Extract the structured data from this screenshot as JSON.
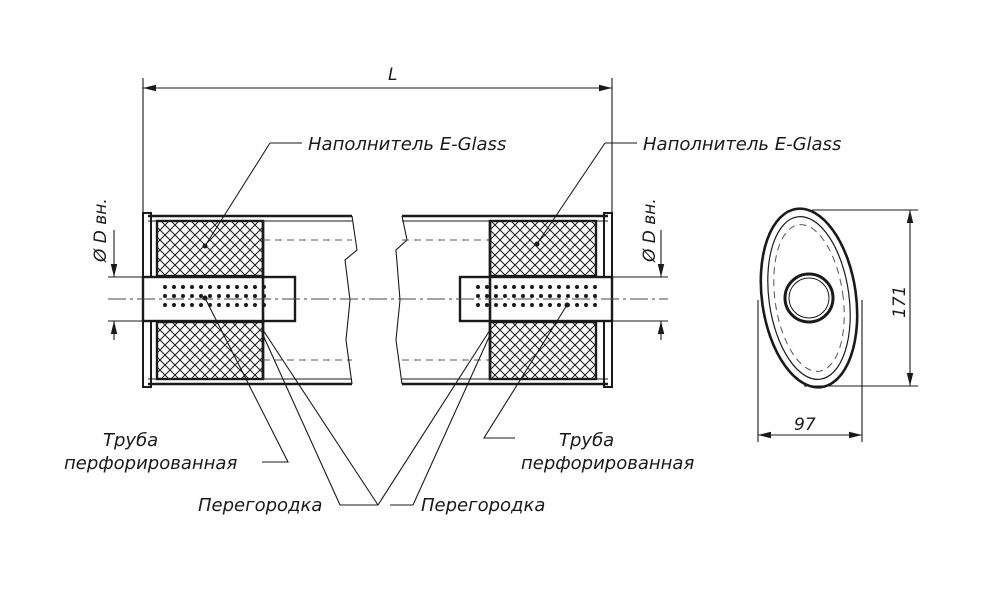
{
  "labels": {
    "length": "L",
    "diameter_left": "Ø D вн.",
    "diameter_right": "Ø D вн.",
    "filler_left": "Наполнитель E-Glass",
    "filler_right": "Наполнитель E-Glass",
    "tube_left_line1": "Труба",
    "tube_left_line2": "перфорированная",
    "tube_right_line1": "Труба",
    "tube_right_line2": "перфорированная",
    "baffle_left": "Перегородка",
    "baffle_right": "Перегородка",
    "height_dim": "171",
    "width_dim": "97"
  },
  "colors": {
    "line": "#1a1a1a",
    "paper": "#ffffff"
  }
}
